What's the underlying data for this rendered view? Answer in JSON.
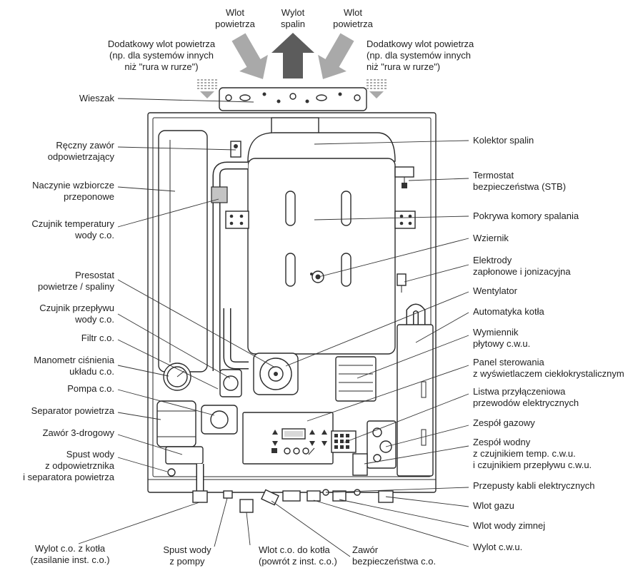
{
  "colors": {
    "arrow_dark": "#5c5c5c",
    "arrow_light": "#a9a9a9",
    "stroke": "#2a2a2a",
    "text": "#1f1f1f"
  },
  "top_labels": [
    {
      "lines": [
        "Wlot",
        "powietrza"
      ]
    },
    {
      "lines": [
        "Wylot",
        "spalin"
      ]
    },
    {
      "lines": [
        "Wlot",
        "powietrza"
      ]
    },
    {
      "lines": [
        "Dodatkowy wlot powietrza",
        "(np. dla systemów innych",
        "niż \"rura w rurze\")"
      ]
    },
    {
      "lines": [
        "Dodatkowy wlot powietrza",
        "(np. dla systemów innych",
        "niż \"rura w rurze\")"
      ]
    }
  ],
  "left_labels": [
    {
      "lines": [
        "Wieszak"
      ]
    },
    {
      "lines": [
        "Ręczny zawór",
        "odpowietrzający"
      ]
    },
    {
      "lines": [
        "Naczynie wzbiorcze",
        "przeponowe"
      ]
    },
    {
      "lines": [
        "Czujnik temperatury",
        "wody c.o."
      ]
    },
    {
      "lines": [
        "Presostat",
        "powietrze / spaliny"
      ]
    },
    {
      "lines": [
        "Czujnik przepływu",
        "wody c.o."
      ]
    },
    {
      "lines": [
        "Filtr c.o."
      ]
    },
    {
      "lines": [
        "Manometr ciśnienia",
        "układu c.o."
      ]
    },
    {
      "lines": [
        "Pompa c.o."
      ]
    },
    {
      "lines": [
        "Separator powietrza"
      ]
    },
    {
      "lines": [
        "Zawór 3-drogowy"
      ]
    },
    {
      "lines": [
        "Spust wody",
        "z odpowietrznika",
        "i separatora powietrza"
      ]
    }
  ],
  "right_labels": [
    {
      "lines": [
        "Kolektor spalin"
      ]
    },
    {
      "lines": [
        "Termostat",
        "bezpieczeństwa (STB)"
      ]
    },
    {
      "lines": [
        "Pokrywa komory spalania"
      ]
    },
    {
      "lines": [
        "Wziernik"
      ]
    },
    {
      "lines": [
        "Elektrody",
        "zapłonowe i jonizacyjna"
      ]
    },
    {
      "lines": [
        "Wentylator"
      ]
    },
    {
      "lines": [
        "Automatyka kotła"
      ]
    },
    {
      "lines": [
        "Wymiennik",
        "płytowy c.w.u."
      ]
    },
    {
      "lines": [
        "Panel sterowania",
        "z wyświetlaczem ciekłokrystalicznym"
      ]
    },
    {
      "lines": [
        "Listwa przyłączeniowa",
        "przewodów elektrycznych"
      ]
    },
    {
      "lines": [
        "Zespół gazowy"
      ]
    },
    {
      "lines": [
        "Zespół wodny",
        "z czujnikiem temp. c.w.u.",
        "i czujnikiem przepływu c.w.u."
      ]
    },
    {
      "lines": [
        "Przepusty kabli elektrycznych"
      ]
    },
    {
      "lines": [
        "Wlot gazu"
      ]
    },
    {
      "lines": [
        "Wlot wody zimnej"
      ]
    },
    {
      "lines": [
        "Wylot c.w.u."
      ]
    }
  ],
  "bottom_labels": [
    {
      "lines": [
        "Wylot c.o. z kotła",
        "(zasilanie inst. c.o.)"
      ]
    },
    {
      "lines": [
        "Spust wody",
        "z pompy"
      ]
    },
    {
      "lines": [
        "Wlot c.o. do kotła",
        "(powrót z inst. c.o.)"
      ]
    },
    {
      "lines": [
        "Zawór",
        "bezpieczeństwa c.o."
      ]
    }
  ]
}
